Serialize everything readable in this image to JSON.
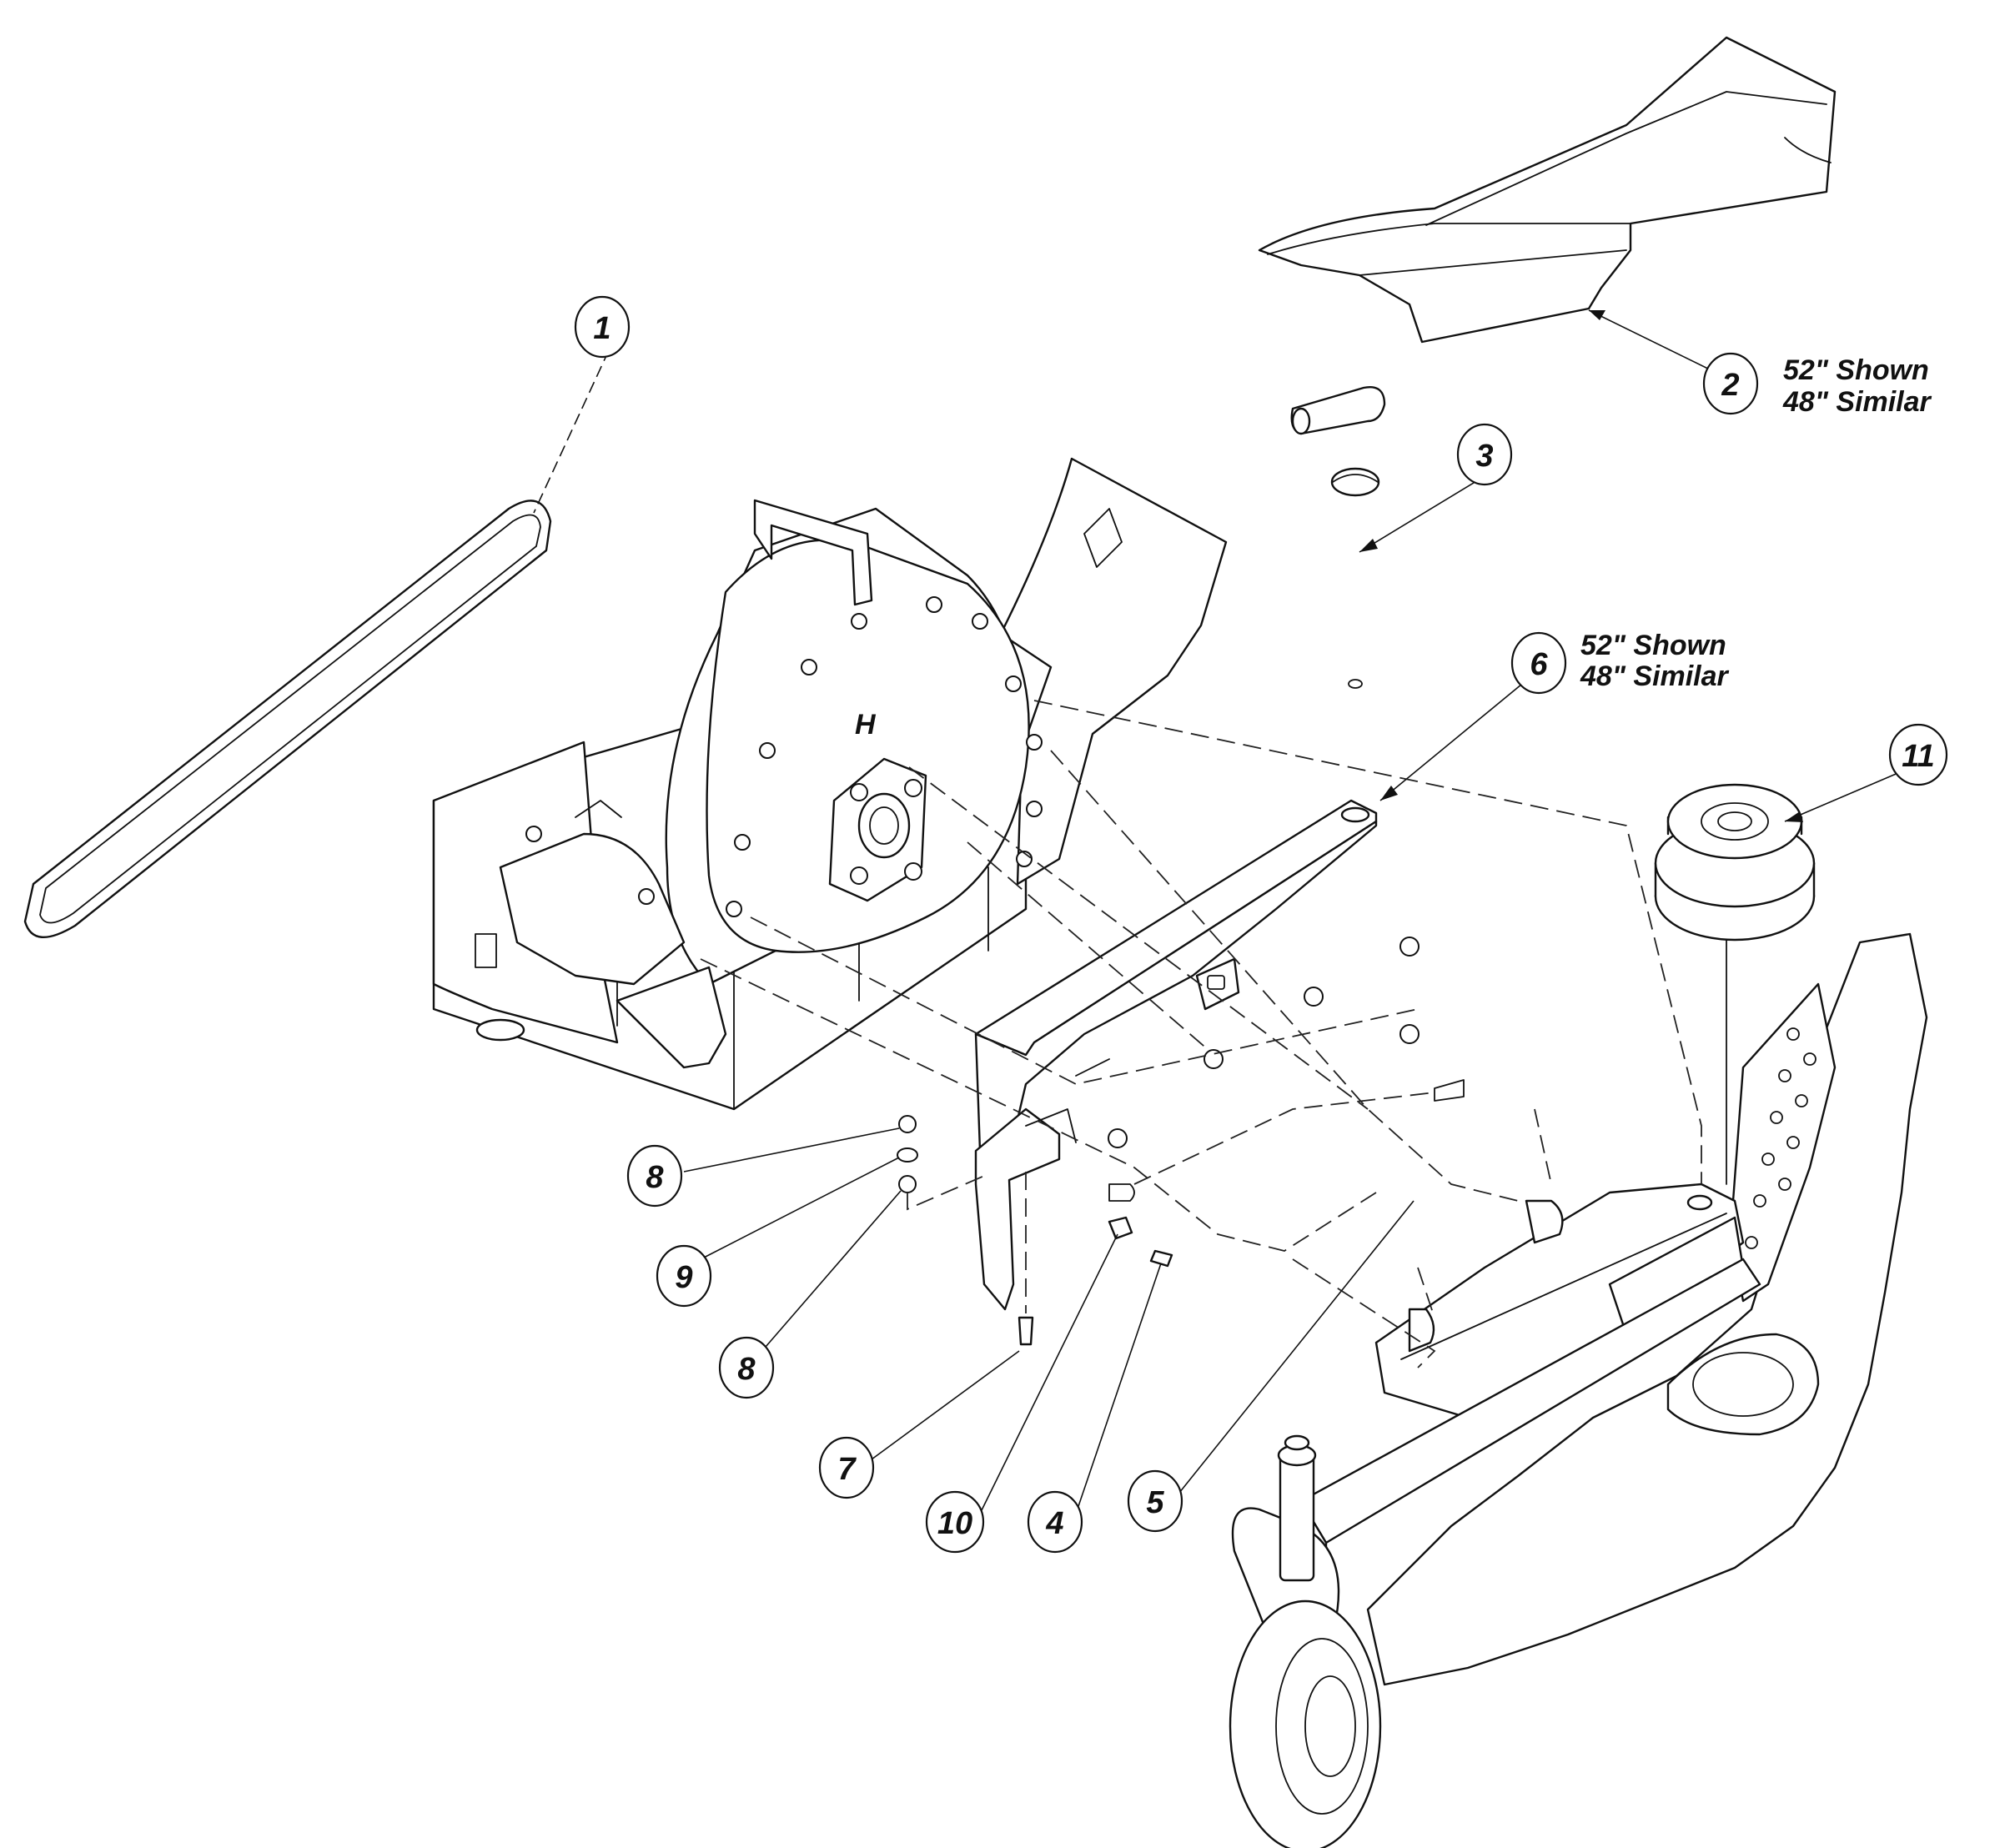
{
  "callouts": [
    {
      "id": "1",
      "label": "1"
    },
    {
      "id": "2",
      "label": "2"
    },
    {
      "id": "3",
      "label": "3"
    },
    {
      "id": "4",
      "label": "4"
    },
    {
      "id": "5",
      "label": "5"
    },
    {
      "id": "6",
      "label": "6"
    },
    {
      "id": "7",
      "label": "7"
    },
    {
      "id": "8a",
      "label": "8"
    },
    {
      "id": "8b",
      "label": "8"
    },
    {
      "id": "9",
      "label": "9"
    },
    {
      "id": "10",
      "label": "10"
    },
    {
      "id": "11",
      "label": "11"
    }
  ],
  "notes": {
    "part2": {
      "line1": "52\" Shown",
      "line2": "48\" Similar"
    },
    "part6": {
      "line1": "52\" Shown",
      "line2": "48\" Similar"
    }
  },
  "housing_mark": "H"
}
